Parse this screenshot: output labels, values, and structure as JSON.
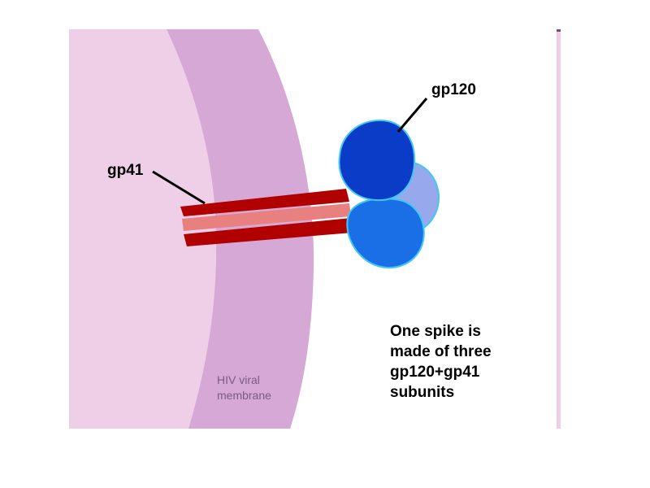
{
  "labels": {
    "gp120": "gp120",
    "gp41": "gp41"
  },
  "caption": {
    "line1": "One spike is",
    "line2": "made of three",
    "line3": "gp120+gp41",
    "line4": "subunits"
  },
  "membrane_label": {
    "line1": "HIV viral",
    "line2": "membrane"
  },
  "colors": {
    "virus_interior": "#efcfe8",
    "membrane": "#d6a8d6",
    "gp41_stalk": "#b00000",
    "gp41_highlight": "#e88080",
    "gp120_dark": "#0a3cc8",
    "gp120_mid": "#1a6fe6",
    "gp120_back": "#98a8ec",
    "outline_cyan": "#40c8f0"
  }
}
